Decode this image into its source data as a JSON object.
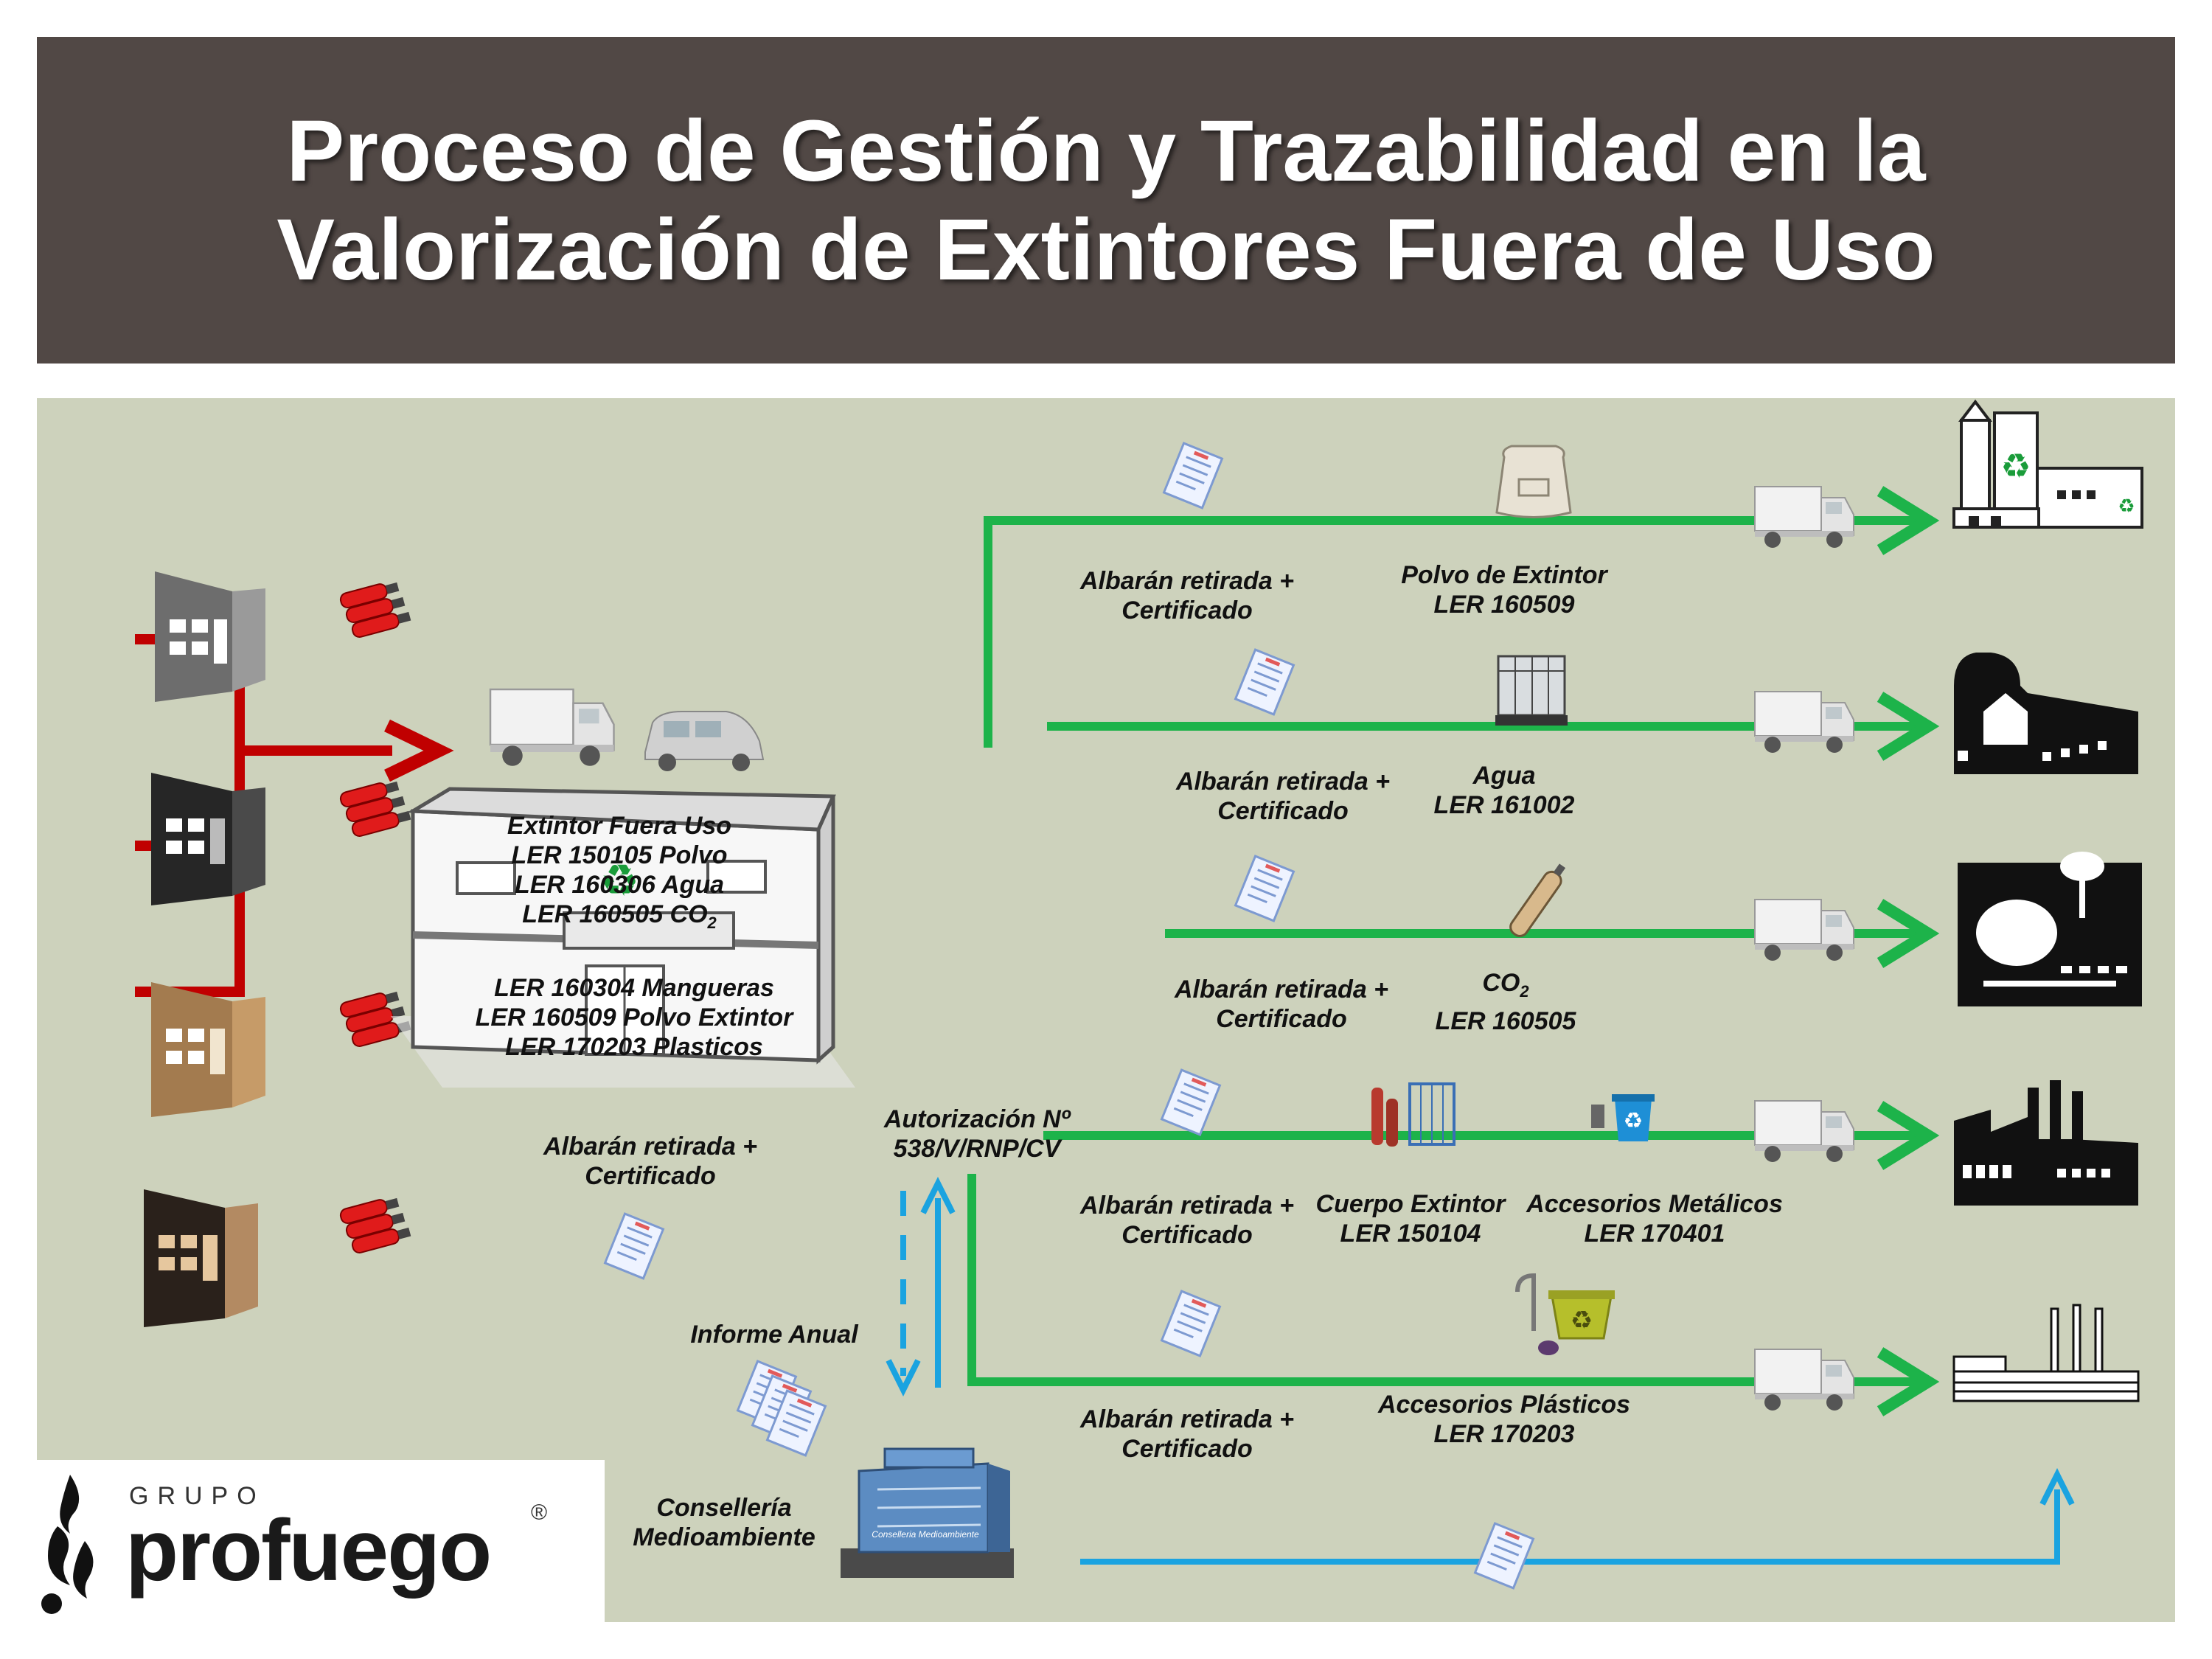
{
  "header": {
    "title_line1": "Proceso de Gestión y Trazabilidad en la",
    "title_line2": "Valorización de Extintores Fuera de Uso"
  },
  "input": {
    "line1": "Extintor Fuera Uso",
    "line2": "LER 150105 Polvo",
    "line3": "LER 160306 Agua",
    "line4_prefix": "LER 160505 CO",
    "line4_sub": "2"
  },
  "input_other": {
    "line1": "LER  160304 Mangueras",
    "line2": "LER 160509 Polvo Extintor",
    "line3": "LER 170203 Plasticos"
  },
  "doc_label": {
    "line1": "Albarán retirada +",
    "line2": "Certificado"
  },
  "authorization": {
    "line1": "Autorización Nº",
    "line2": "538/V/RNP/CV"
  },
  "report": {
    "label": "Informe Anual"
  },
  "authority": {
    "line1": "Consellería",
    "line2": "Medioambiente",
    "plate": "Conselleria Medioambiente"
  },
  "outputs": [
    {
      "material_line1": "Polvo de Extintor",
      "material_line2": "LER 160509"
    },
    {
      "material_line1": "Agua",
      "material_line2": "LER 161002"
    },
    {
      "material_line1_prefix": "CO",
      "material_line1_sub": "2",
      "material_line2": "LER 160505"
    },
    {
      "material_line1": "Cuerpo Extintor",
      "material_line2": "LER 150104",
      "extra_line1": "Accesorios Metálicos",
      "extra_line2": "LER 170401"
    },
    {
      "material_line1": "Accesorios Plásticos",
      "material_line2": "LER 170203"
    }
  ],
  "logo": {
    "group": "GRUPO",
    "name": "profuego",
    "registered": "®"
  },
  "colors": {
    "header": "#514845",
    "panel": "#cdd2bc",
    "input_flow": "#c00000",
    "output_flow": "#1db34a",
    "report_flow": "#1aa3e0"
  }
}
